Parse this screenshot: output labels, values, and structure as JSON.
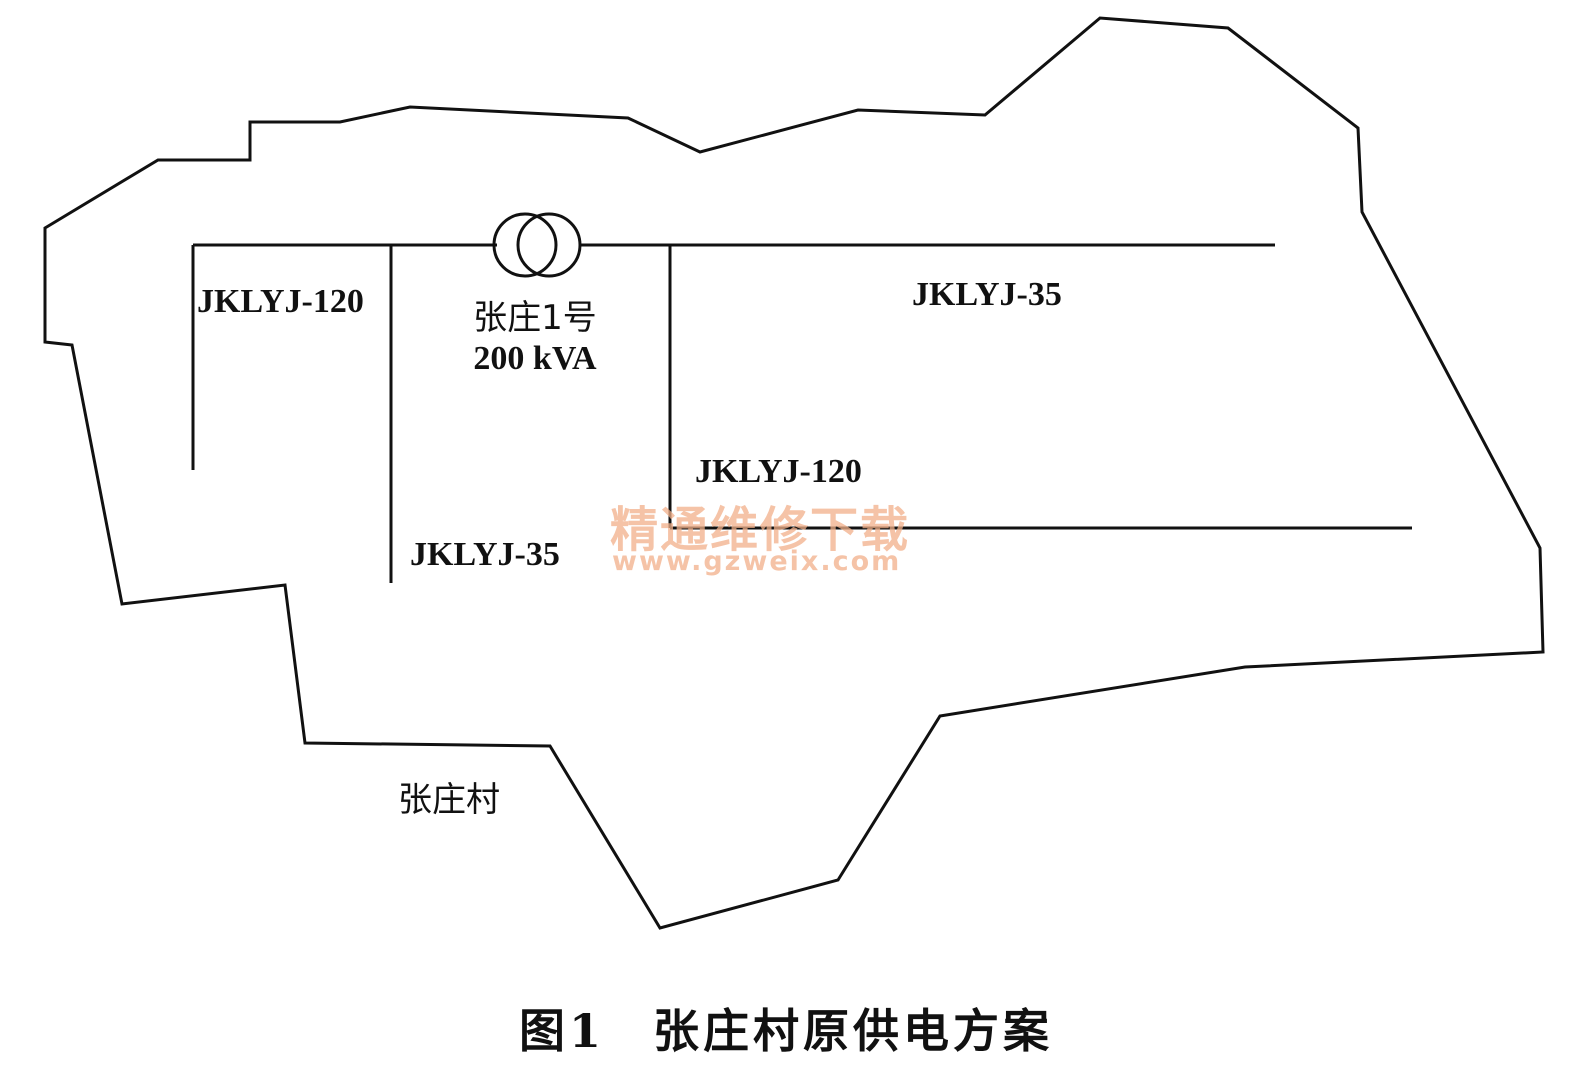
{
  "labels": {
    "cable_top_left": "JKLYJ-120",
    "cable_top_right": "JKLYJ-35",
    "cable_mid": "JKLYJ-120",
    "cable_bottom_left": "JKLYJ-35",
    "transformer_name": "张庄1号",
    "transformer_capacity": "200 kVA",
    "village_name": "张庄村"
  },
  "watermark": {
    "text_cn": "精通维修下载",
    "url": "www.gzweix.com",
    "color": "#f2b08a"
  },
  "caption": {
    "figure_number": "图1",
    "title": "张庄村原供电方案"
  },
  "colors": {
    "line": "#111111",
    "background": "#ffffff"
  }
}
